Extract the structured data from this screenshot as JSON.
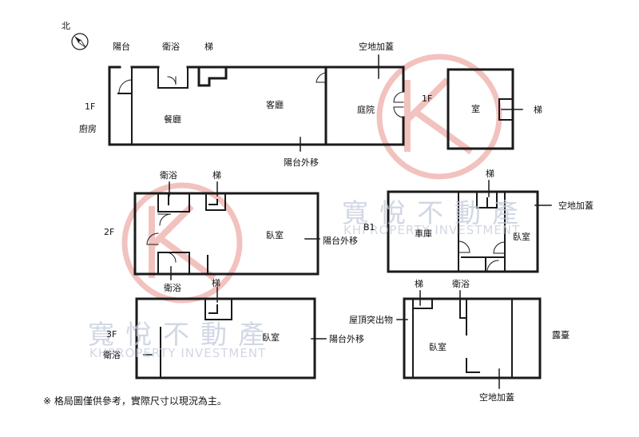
{
  "north": "北",
  "floor_1f": {
    "floor": "1F",
    "balcony": "陽台",
    "bath": "衛浴",
    "stairs": "梯",
    "open_space_addition": "空地加蓋",
    "kitchen": "廚房",
    "dining": "餐廳",
    "living": "客廳",
    "courtyard": "庭院",
    "balcony_moved": "陽台外移"
  },
  "floor_1f_annex": {
    "floor": "1F",
    "room": "室",
    "stairs": "梯"
  },
  "floor_2f": {
    "floor": "2F",
    "bath_top": "衛浴",
    "stairs": "梯",
    "bedroom": "臥室",
    "balcony_moved": "陽台外移",
    "bath_bottom": "衛浴"
  },
  "floor_b1": {
    "floor": "B1",
    "stairs": "梯",
    "open_space_addition": "空地加蓋",
    "garage": "車庫",
    "bedroom": "臥室"
  },
  "floor_3f": {
    "floor": "3F",
    "stairs": "梯",
    "bath": "衛浴",
    "bedroom": "臥室",
    "balcony_moved": "陽台外移"
  },
  "roof": {
    "stairs": "梯",
    "bath": "衛浴",
    "roof_structure": "屋頂突出物",
    "bedroom": "臥室",
    "terrace": "露臺",
    "open_space_addition": "空地加蓋"
  },
  "watermark": {
    "chinese": "寬悅不動產",
    "english": "KHPROPERTY INVESTMENT"
  },
  "note": "※ 格局圖僅供參考，實際尺寸以現況為主。",
  "colors": {
    "wall": "#1a1a1a",
    "watermark_circle": "#f0b4b0",
    "watermark_text": "#c4cadb"
  }
}
